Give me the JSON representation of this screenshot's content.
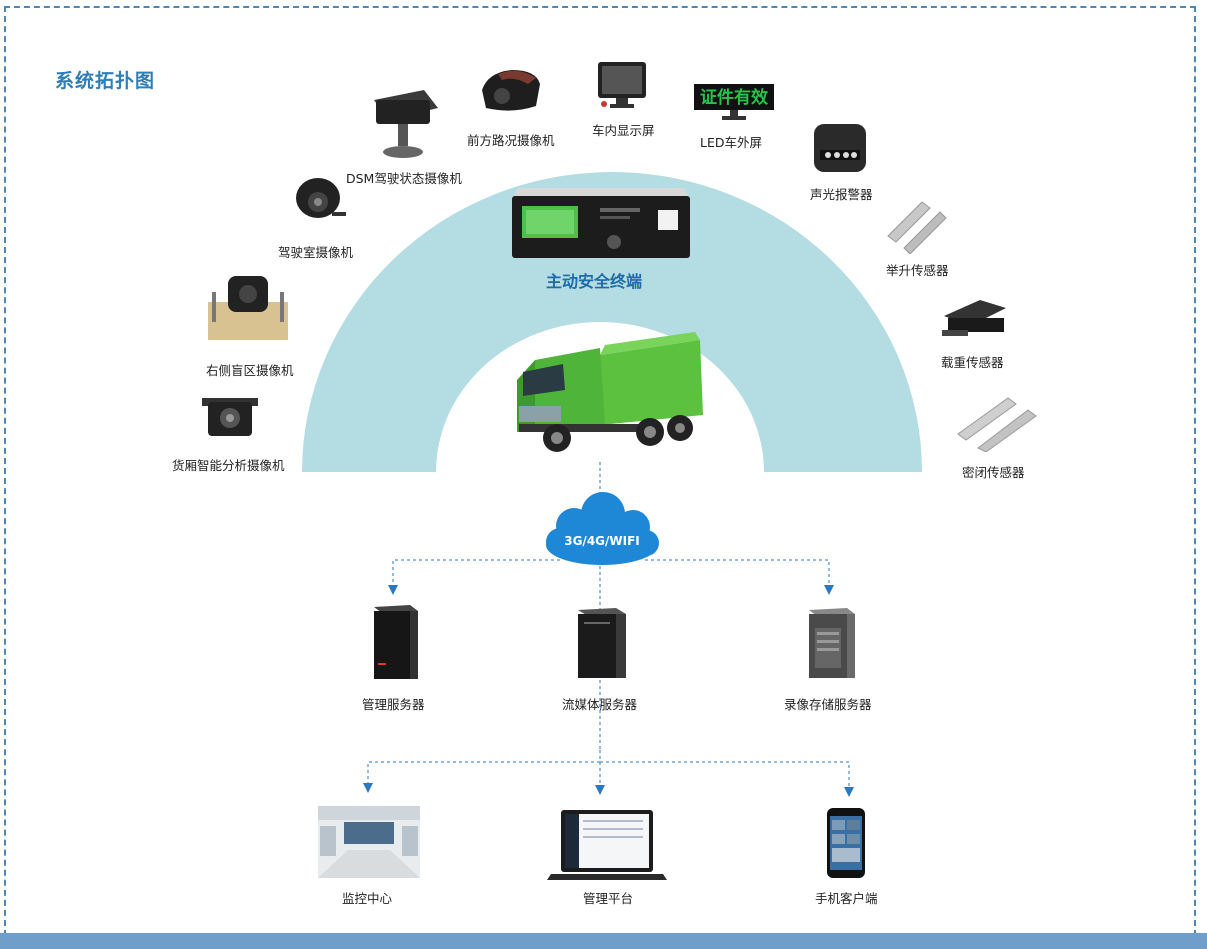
{
  "title": "系统拓扑图",
  "hub": {
    "label": "主动安全终端"
  },
  "network": {
    "label": "3G/4G/WIFI"
  },
  "devices": {
    "dsm": "DSM驾驶状态摄像机",
    "front_road": "前方路况摄像机",
    "in_display": "车内显示屏",
    "led": "LED车外屏",
    "alarm": "声光报警器",
    "cab_cam": "驾驶室摄像机",
    "lift": "举升传感器",
    "blind": "右侧盲区摄像机",
    "load": "载重传感器",
    "cargo": "货厢智能分析摄像机",
    "seal": "密闭传感器"
  },
  "servers": {
    "mgmt": "管理服务器",
    "stream": "流媒体服务器",
    "record": "录像存储服务器"
  },
  "clients": {
    "monitor": "监控中心",
    "platform": "管理平台",
    "mobile": "手机客户端"
  },
  "led_text": "证件有效",
  "colors": {
    "frame": "#4f86b8",
    "arch": "#b3dce3",
    "title": "#2e7fb5",
    "arrow": "#2b78c2",
    "truck": "#5cc13f"
  }
}
